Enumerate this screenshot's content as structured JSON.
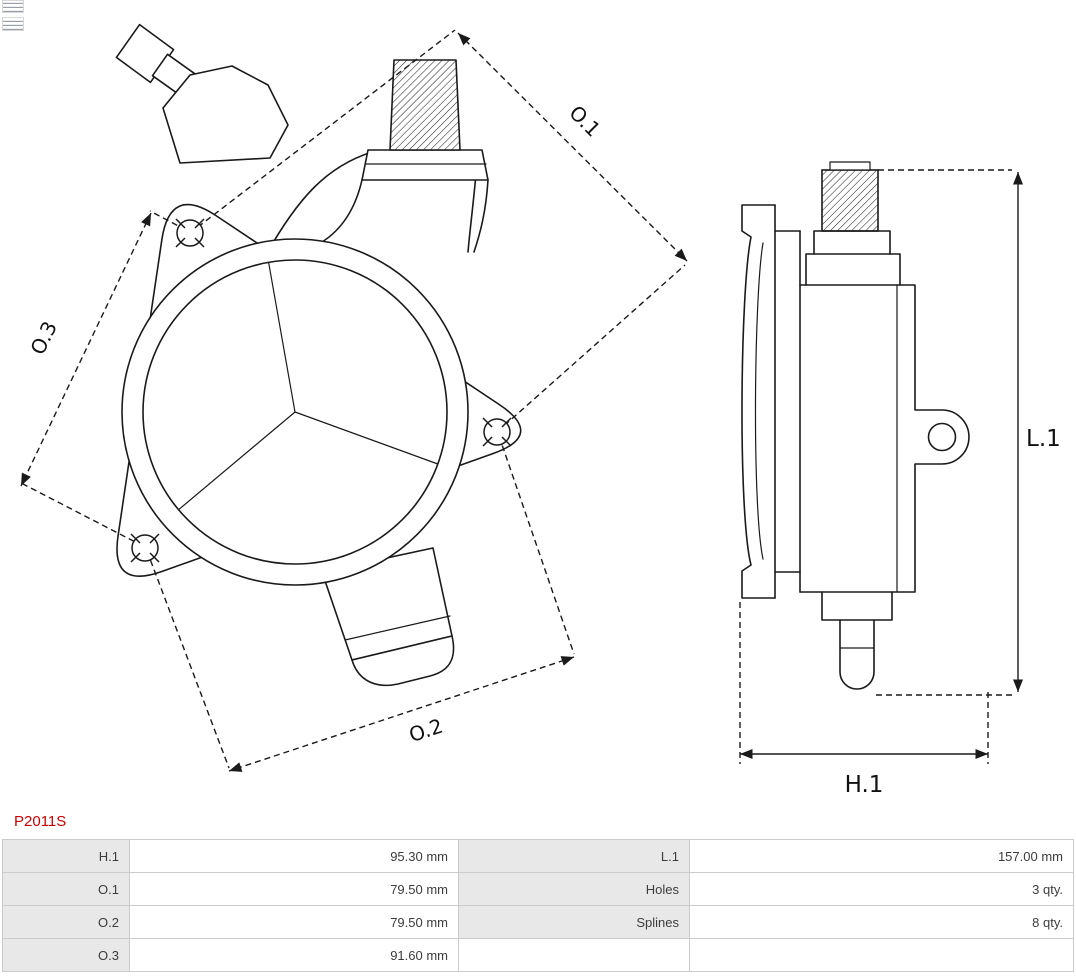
{
  "part": {
    "number": "P2011S",
    "number_color": "#cc0000"
  },
  "drawing": {
    "dimension_labels": {
      "o1": "O.1",
      "o2": "O.2",
      "o3": "O.3",
      "l1": "L.1",
      "h1": "H.1"
    }
  },
  "spec_table": {
    "rows": [
      {
        "c0": "H.1",
        "c1": "95.30 mm",
        "c2": "L.1",
        "c3": "157.00 mm"
      },
      {
        "c0": "O.1",
        "c1": "79.50 mm",
        "c2": "Holes",
        "c3": "3 qty."
      },
      {
        "c0": "O.2",
        "c1": "79.50 mm",
        "c2": "Splines",
        "c3": "8 qty."
      },
      {
        "c0": "O.3",
        "c1": "91.60 mm",
        "c2": "",
        "c3": ""
      }
    ]
  }
}
